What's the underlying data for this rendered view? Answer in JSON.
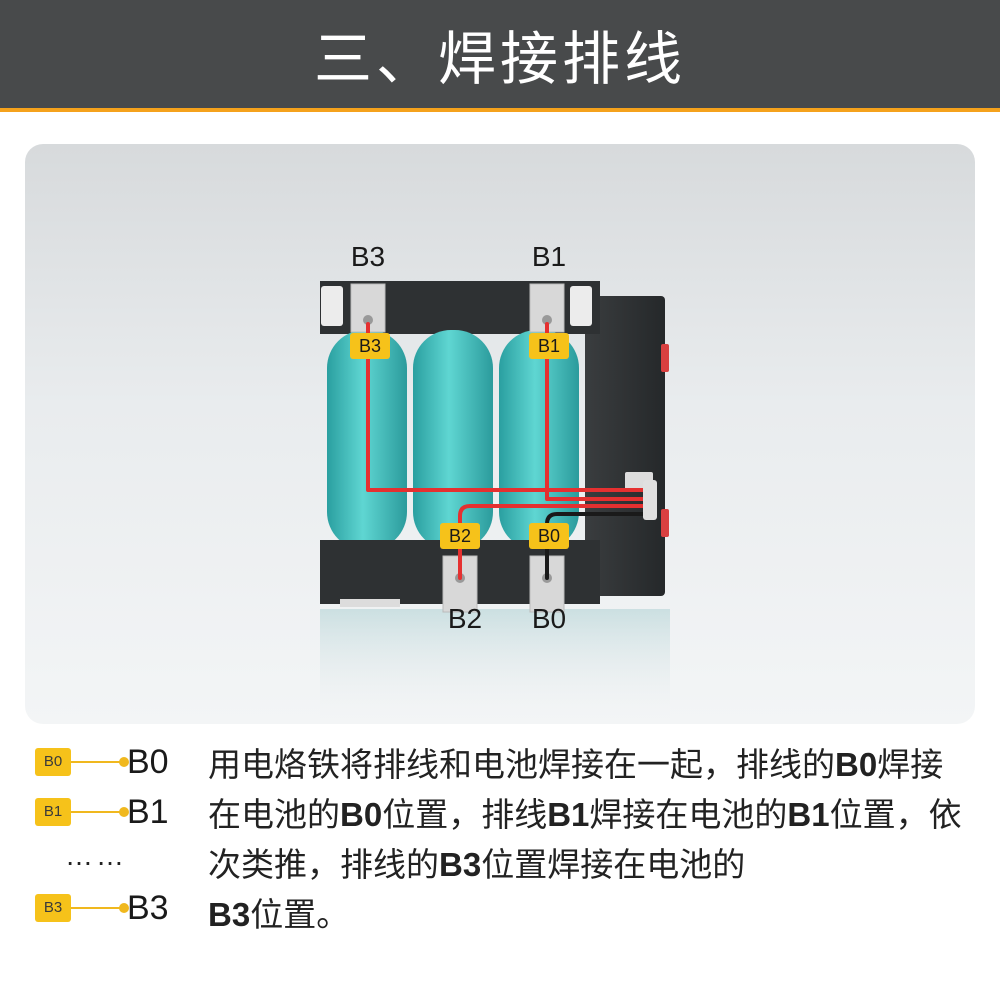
{
  "header": {
    "title": "三、焊接排线"
  },
  "photo": {
    "top_labels": [
      "B3",
      "B1"
    ],
    "bottom_labels": [
      "B2",
      "B0"
    ],
    "tags": [
      "B3",
      "B1",
      "B2",
      "B0"
    ]
  },
  "legend": {
    "items": [
      {
        "badge": "B0",
        "label": "B0"
      },
      {
        "badge": "B1",
        "label": "B1"
      },
      {
        "badge": "B3",
        "label": "B3"
      }
    ],
    "ellipsis": "……"
  },
  "description": {
    "p1": "用电烙铁将排线和电池焊接在一起，排线的",
    "b0_a": "B0",
    "p2": "焊接在电池的",
    "b0_b": "B0",
    "p3": "位置，排线",
    "b1_a": "B1",
    "p4": "焊接在电池的",
    "b1_b": "B1",
    "p5": "位置，依次类推，排线的",
    "b3_a": "B3",
    "p6": "位置焊接在电池的",
    "b3_b": "B3",
    "p7": "位置。"
  },
  "colors": {
    "header_bg": "#484a4b",
    "accent": "#f5a21c",
    "tag": "#f6c21a",
    "cell": "#40c0c0",
    "wire": "#e53030"
  }
}
